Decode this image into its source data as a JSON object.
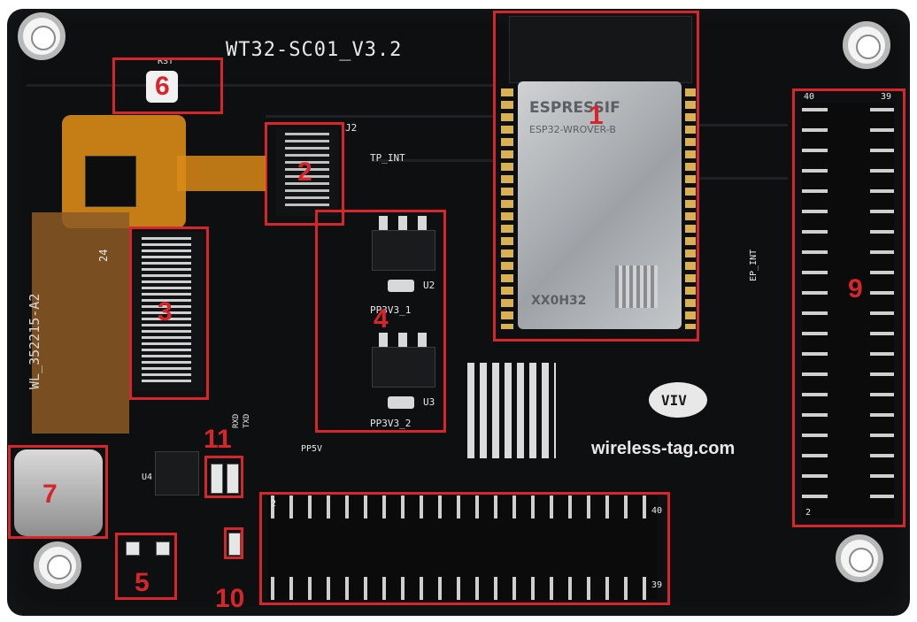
{
  "board": {
    "title": "WT32-SC01_V3.2",
    "module_brand": "ESPRESSIF",
    "module_model": "ESP32-WROVER-B",
    "module_code": "XX0H32",
    "fpc_label": "WL_352215-A2",
    "fpc_pin": "24",
    "website": "wireless-tag.com",
    "logo_text": "VIV",
    "tp_int": "TP_INT",
    "ep_int": "EP_INT",
    "rst": "RST",
    "pp3v3_1": "PP3V3_1",
    "pp3v3_2": "PP3V3_2",
    "pp5v": "PP5V",
    "u2": "U2",
    "u3": "U3",
    "u4": "U4",
    "j2": "J2",
    "rxd": "RXD",
    "txd": "TXD"
  },
  "callouts": {
    "c1": "1",
    "c2": "2",
    "c3": "3",
    "c4": "4",
    "c5": "5",
    "c6": "6",
    "c7": "7",
    "c9": "9",
    "c10": "10",
    "c11": "11"
  },
  "header_labels": {
    "right_top_left": "40",
    "right_top_right": "39",
    "right_bottom": "2",
    "bottom_left": "2",
    "bottom_right_top": "40",
    "bottom_right_bottom": "39"
  },
  "colors": {
    "board": "#0e0f10",
    "callout": "#d6262c",
    "flex": "#d98a16"
  }
}
